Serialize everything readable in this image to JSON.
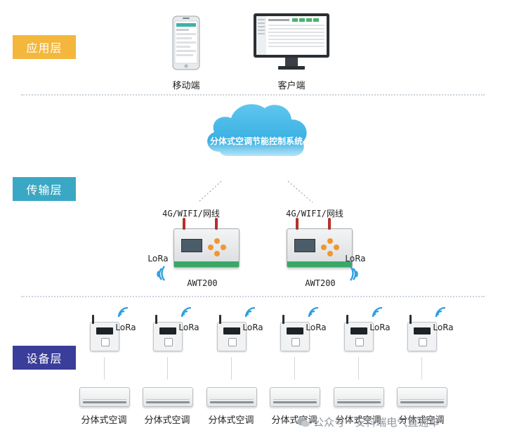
{
  "layers": {
    "application": "应用层",
    "transmission": "传输层",
    "device": "设备层"
  },
  "application": {
    "mobile_label": "移动端",
    "client_label": "客户端"
  },
  "cloud": {
    "label": "分体式空调节能控制系统"
  },
  "gateways": [
    {
      "network": "4G/WIFI/网线",
      "model": "AWT200",
      "radio": "LoRa"
    },
    {
      "network": "4G/WIFI/网线",
      "model": "AWT200",
      "radio": "LoRa"
    }
  ],
  "devices": [
    {
      "radio": "LoRa",
      "label": "分体式空调"
    },
    {
      "radio": "LoRa",
      "label": "分体式空调"
    },
    {
      "radio": "LoRa",
      "label": "分体式空调"
    },
    {
      "radio": "LoRa",
      "label": "分体式空调"
    },
    {
      "radio": "LoRa",
      "label": "分体式空调"
    },
    {
      "radio": "LoRa",
      "label": "分体式空调"
    }
  ],
  "watermark": "公众号 · 安科瑞电气直通车",
  "colors": {
    "application_tag": "#f3b73d",
    "transmission_tag": "#3aa8c4",
    "device_tag": "#3a3d9a",
    "cloud": "#45b8e6",
    "signal": "#2f9fe0"
  },
  "icons": {
    "phone": "smartphone-icon",
    "monitor": "monitor-icon",
    "cloud": "cloud-icon",
    "signal": "wifi-signal-icon",
    "watermark": "wechat-icon"
  }
}
